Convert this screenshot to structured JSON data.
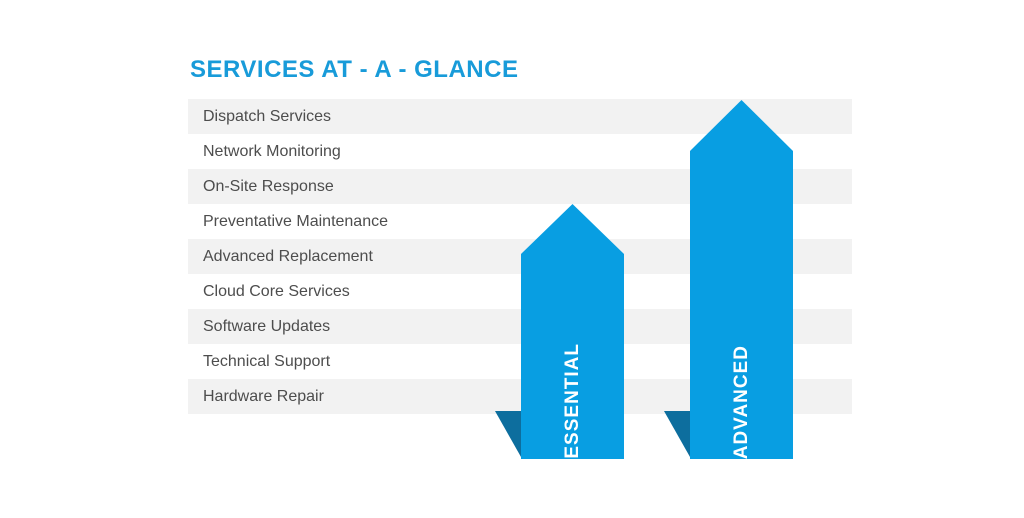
{
  "header": {
    "title": "SERVICES AT - A - GLANCE"
  },
  "services": [
    "Dispatch Services",
    "Network Monitoring",
    "On-Site Response",
    "Preventative Maintenance",
    "Advanced Replacement",
    "Cloud Core Services",
    "Software Updates",
    "Technical Support",
    "Hardware Repair"
  ],
  "tiers": [
    {
      "label": "ESSENTIAL"
    },
    {
      "label": "ADVANCED"
    }
  ],
  "colors": {
    "title_blue": "#189bd9",
    "arrow_blue": "#089ee2",
    "fold_dark_blue": "#0d6e9e",
    "row_stripe_gray": "#f2f2f2",
    "row_text_gray": "#4d4d4d",
    "label_white": "#ffffff"
  },
  "chart_data": {
    "type": "table",
    "title": "SERVICES AT - A - GLANCE",
    "categories": [
      "Dispatch Services",
      "Network Monitoring",
      "On-Site Response",
      "Preventative Maintenance",
      "Advanced Replacement",
      "Cloud Core Services",
      "Software Updates",
      "Technical Support",
      "Hardware Repair"
    ],
    "series": [
      {
        "name": "ESSENTIAL",
        "arrow_reaches_row": "Preventative Maintenance",
        "covers": [
          "Preventative Maintenance",
          "Advanced Replacement",
          "Cloud Core Services",
          "Software Updates",
          "Technical Support",
          "Hardware Repair"
        ]
      },
      {
        "name": "ADVANCED",
        "arrow_reaches_row": "Dispatch Services",
        "covers": [
          "Dispatch Services",
          "Network Monitoring",
          "On-Site Response",
          "Preventative Maintenance",
          "Advanced Replacement",
          "Cloud Core Services",
          "Software Updates",
          "Technical Support",
          "Hardware Repair"
        ]
      }
    ],
    "layout": {
      "grid": "striped-rows",
      "legend_position": "none",
      "arrow_direction": "up"
    }
  }
}
